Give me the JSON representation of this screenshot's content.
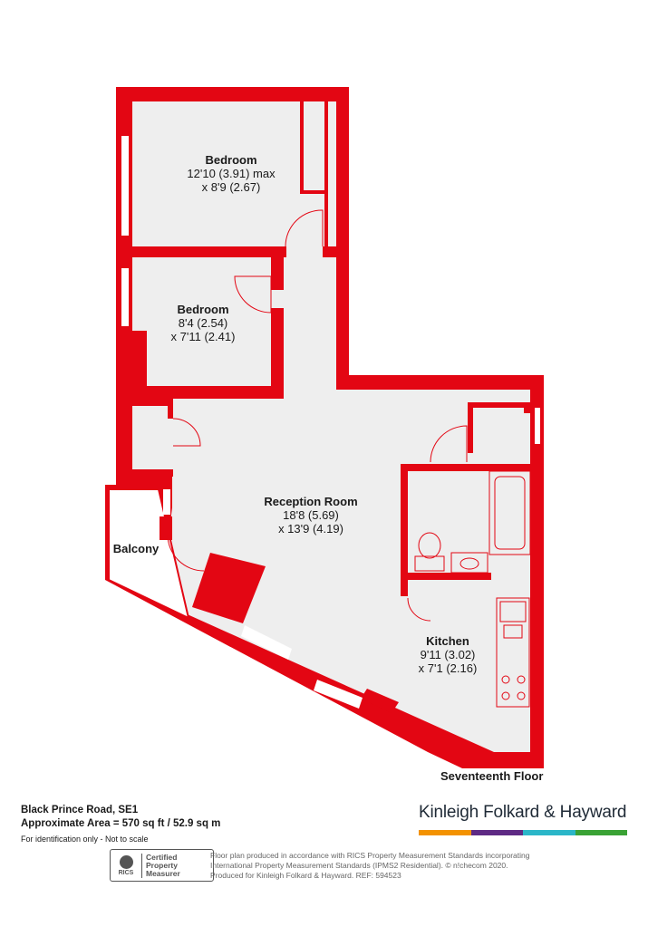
{
  "rooms": {
    "bedroom1": {
      "name": "Bedroom",
      "dim1": "12'10 (3.91) max",
      "dim2": "x 8'9 (2.67)"
    },
    "bedroom2": {
      "name": "Bedroom",
      "dim1": "8'4 (2.54)",
      "dim2": "x 7'11 (2.41)"
    },
    "reception": {
      "name": "Reception Room",
      "dim1": "18'8 (5.69)",
      "dim2": "x 13'9 (4.19)"
    },
    "kitchen": {
      "name": "Kitchen",
      "dim1": "9'11 (3.02)",
      "dim2": "x 7'1 (2.16)"
    },
    "balcony": {
      "name": "Balcony"
    }
  },
  "floor_label": "Seventeenth Floor",
  "address": {
    "line1": "Black Prince Road, SE1",
    "line2": "Approximate Area = 570 sq ft / 52.9 sq m",
    "note": "For identification only - Not to scale"
  },
  "brand": {
    "name": "Kinleigh Folkard & Hayward",
    "colors": [
      "#f39200",
      "#5e2a84",
      "#2bb6c8",
      "#3aa235"
    ]
  },
  "rics": {
    "logo_text": "RICS",
    "cert_line1": "Certified",
    "cert_line2": "Property",
    "cert_line3": "Measurer"
  },
  "disclaimer": {
    "line1": "Floor plan produced in accordance with RICS Property Measurement Standards incorporating",
    "line2": "International Property Measurement Standards (IPMS2 Residential).  © n!checom 2020.",
    "line3": "Produced for Kinleigh Folkard & Hayward.   REF: 594523"
  },
  "colors": {
    "wall": "#e30613",
    "floor": "#eeeeee"
  }
}
